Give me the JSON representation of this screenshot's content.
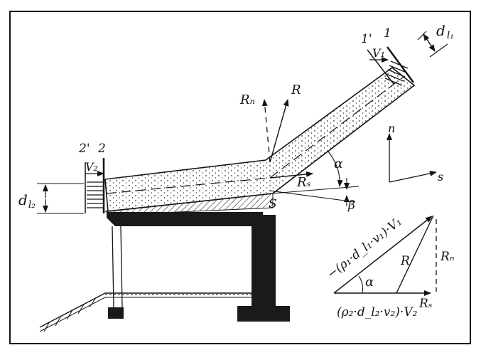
{
  "labels": {
    "section_1": "1",
    "section_1_prime": "1'",
    "section_2": "2",
    "section_2_prime": "2'",
    "v1": "V₁",
    "v2": "V₂",
    "d_l1": "d",
    "d_l1_sub": "l₁",
    "d_l2": "d",
    "d_l2_sub": "l₂",
    "r_vec": "R",
    "rn_vec": "Rₙ",
    "rs_vec": "Rₛ",
    "point_s": "S",
    "alpha": "α",
    "beta": "β",
    "axis_n": "n",
    "axis_s": "s",
    "triangle_alpha": "α",
    "triangle_r": "R",
    "triangle_rn": "Rₙ",
    "triangle_rs": "Rₛ",
    "momentum_1": "−(ρ₁·d_l₁·v₁)·V₁",
    "momentum_2": "(ρ₂·d_l₂·v₂)·V₂"
  },
  "colors": {
    "ink": "#151515",
    "paper": "#ffffff",
    "structure": "#1a1a1a"
  }
}
